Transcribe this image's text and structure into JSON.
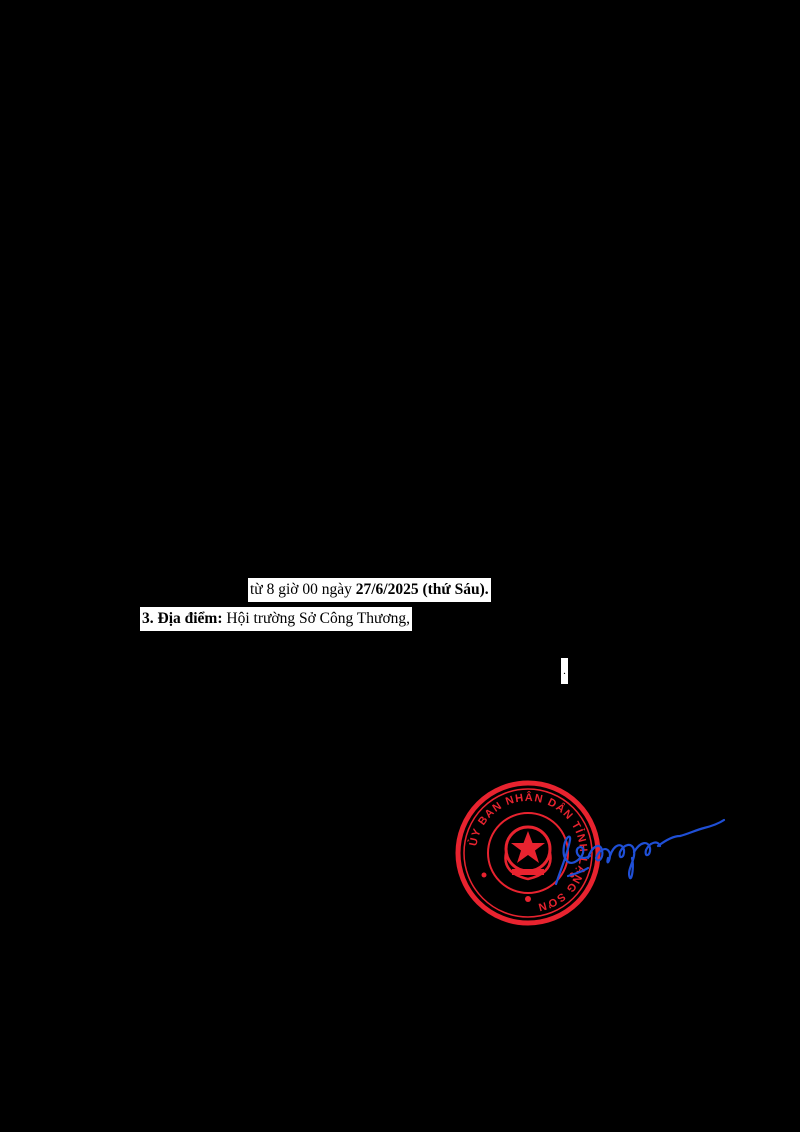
{
  "document": {
    "time_line": {
      "prefix": "từ 8 giờ 00 ngày ",
      "date_bold": "27/6/2025 (thứ Sáu)."
    },
    "place_line": {
      "label_bold": "3. Địa điểm:",
      "value": " Hội trường Sở Công Thương,"
    },
    "marker_text": ".",
    "stamp": {
      "color": "#e8232f",
      "ring_text": "ỦY BAN NHÂN DÂN TỈNH LẠNG SƠN"
    },
    "signature": {
      "color": "#1f4fd6"
    }
  }
}
